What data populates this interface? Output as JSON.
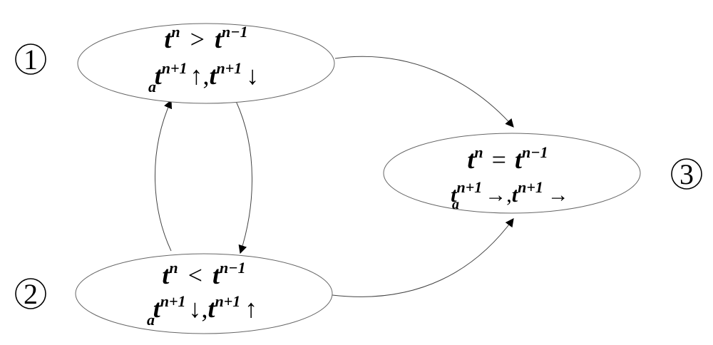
{
  "nodes": [
    {
      "id": "1",
      "label": "1",
      "line1": {
        "var": "t",
        "sup_left": "n",
        "rel": ">",
        "sup_right": "n−1"
      },
      "line2": {
        "var_a": "t",
        "sub_a": "a",
        "sup_a": "n+1",
        "arrow_a": "↑",
        "sep": ",",
        "var_b": "t",
        "sup_b": "n+1",
        "arrow_b": "↓"
      }
    },
    {
      "id": "2",
      "label": "2",
      "line1": {
        "var": "t",
        "sup_left": "n",
        "rel": "<",
        "sup_right": "n−1"
      },
      "line2": {
        "var_a": "t",
        "sub_a": "a",
        "sup_a": "n+1",
        "arrow_a": "↓",
        "sep": ",",
        "var_b": "t",
        "sup_b": "n+1",
        "arrow_b": "↑"
      }
    },
    {
      "id": "3",
      "label": "3",
      "line1": {
        "var": "t",
        "sup_left": "n",
        "rel": "=",
        "sup_right": "n−1"
      },
      "line2": {
        "var_a": "t",
        "sub_a": "a",
        "sup_a": "n+1",
        "arrow_a": "→",
        "sep": ",",
        "var_b": "t",
        "sup_b": "n+1",
        "arrow_b": "→"
      }
    }
  ],
  "edges": [
    {
      "from": "1",
      "to": "2"
    },
    {
      "from": "2",
      "to": "1"
    },
    {
      "from": "1",
      "to": "3"
    },
    {
      "from": "2",
      "to": "3"
    }
  ],
  "colors": {
    "stroke": "#666666",
    "text": "#000000",
    "background": "#ffffff"
  }
}
